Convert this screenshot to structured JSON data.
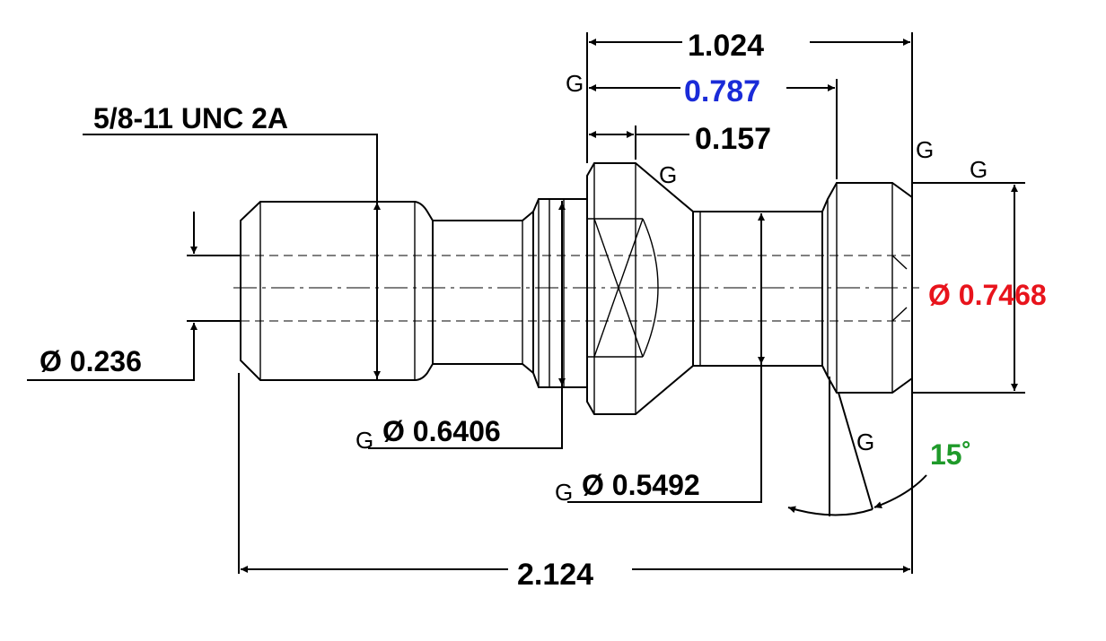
{
  "colors": {
    "line": "#000000",
    "highlight_blue": "#1a2bd8",
    "highlight_red": "#e8141c",
    "highlight_green": "#1f9a2a"
  },
  "dimensions": {
    "overall_length": "2.124",
    "top_length": "1.024",
    "mid_length": "0.787",
    "flange_width": "0.157",
    "thread_spec": "5/8-11 UNC 2A",
    "bore_diameter": "Ø 0.236",
    "collar_diameter": "Ø 0.6406",
    "neck_diameter": "Ø 0.5492",
    "head_diameter": "Ø 0.7468",
    "angle": "15˚"
  },
  "markers": {
    "grind": "G"
  }
}
